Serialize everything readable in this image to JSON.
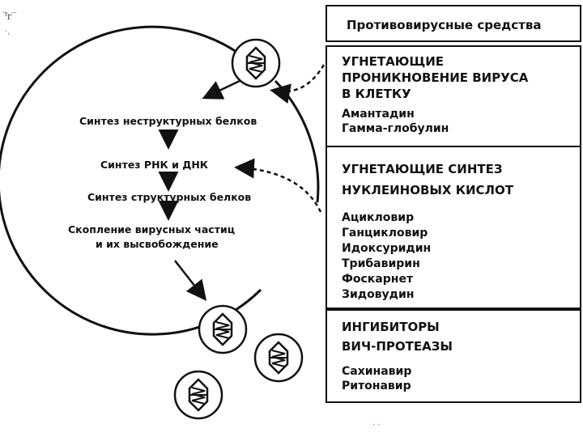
{
  "cycle_steps": [
    "Синтез неструктурных белков",
    "Синтез РНК и ДНК",
    "Синтез структурных белков",
    "Скопление вирусных частиц",
    "и их высвобождение"
  ],
  "panel": {
    "title": "Противовирусные средства",
    "sections": [
      {
        "heading": [
          "УГНЕТАЮЩИЕ",
          "ПРОНИКНОВЕНИЕ ВИРУСА",
          "В КЛЕТКУ"
        ],
        "drugs": [
          "Амантадин",
          "Гамма-глобулин"
        ]
      },
      {
        "heading": [
          "УГНЕТАЮЩИЕ СИНТЕЗ",
          "НУКЛЕИНОВЫХ КИСЛОТ"
        ],
        "drugs": [
          "Ацикловир",
          "Ганцикловир",
          "Идоксуридин",
          "Трибавирин",
          "Фоскарнет",
          "Зидовудин"
        ]
      },
      {
        "heading": [
          "ИНГИБИТОРЫ",
          "ВИЧ-ПРОТЕАЗЫ"
        ],
        "drugs": [
          "Сахинавир",
          "Ритонавир"
        ]
      }
    ]
  }
}
